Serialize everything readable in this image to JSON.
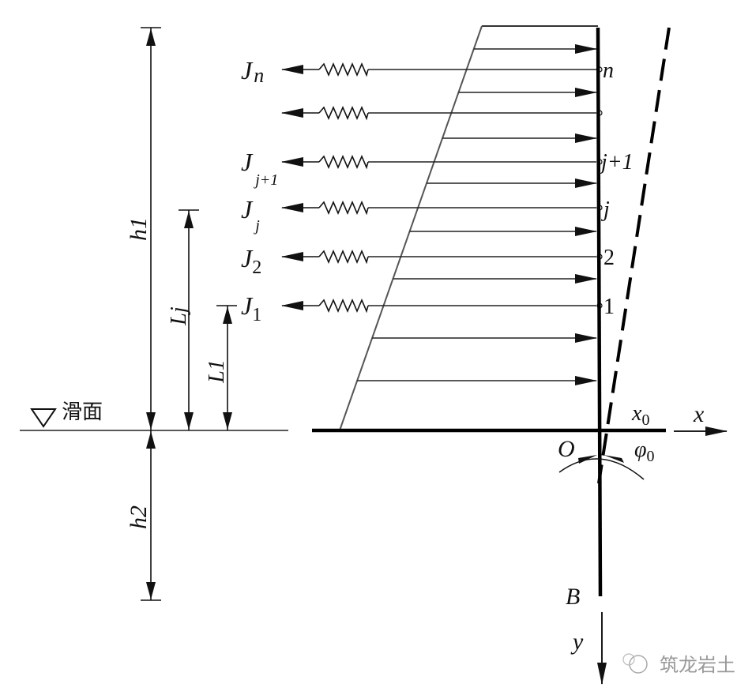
{
  "labels": {
    "spring_n": "J",
    "spring_n_sub": "n",
    "spring_j1": "J",
    "spring_j1_sub": "j+1",
    "spring_j": "J",
    "spring_j_sub": "j",
    "spring_2": "J",
    "spring_2_sub": "2",
    "spring_1": "J",
    "spring_1_sub": "1",
    "node_n": "n",
    "node_j1": "j+1",
    "node_j": "j",
    "node_2": "2",
    "node_1": "1",
    "h1": "h1",
    "h2": "h2",
    "Lj": "Lj",
    "L1": "L1",
    "slip_surface": "滑面",
    "origin": "O",
    "x_axis": "x",
    "x0": "x",
    "x0_sub": "0",
    "phi0": "φ",
    "phi0_sub": "0",
    "pile_bottom": "B",
    "y_axis": "y"
  },
  "watermark": "筑龙岩土"
}
